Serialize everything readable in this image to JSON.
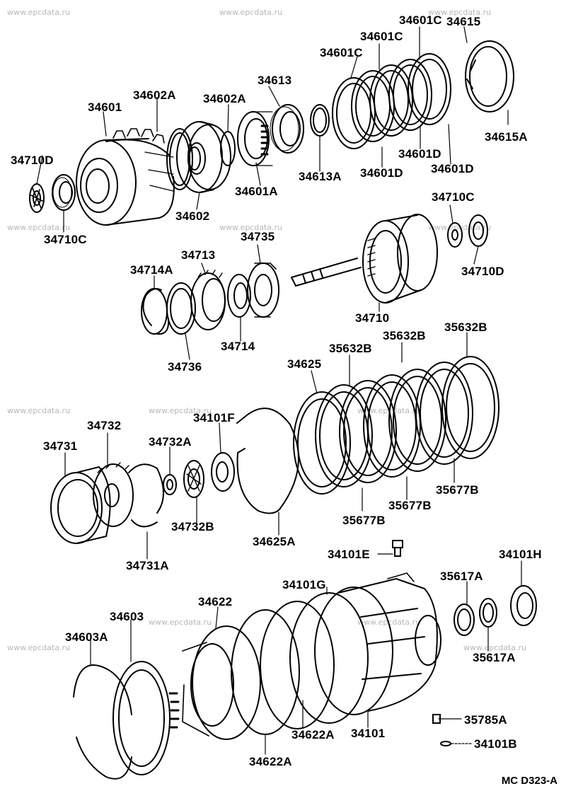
{
  "diagram_code": "MC D323-A",
  "watermark": "www.epcdata.ru",
  "colors": {
    "ink": "#000000",
    "watermark": "#b8b8b8",
    "background": "#ffffff"
  },
  "parts": {
    "p34601C_a": "34601C",
    "p34615": "34615",
    "p34601C_b": "34601C",
    "p34601C_c": "34601C",
    "p34613": "34613",
    "p34601": "34601",
    "p34602A_a": "34602A",
    "p34602A_b": "34602A",
    "p34615A": "34615A",
    "p34601D_a": "34601D",
    "p34710D_a": "34710D",
    "p34613A": "34613A",
    "p34601D_b": "34601D",
    "p34601D_c": "34601D",
    "p34601A": "34601A",
    "p34602": "34602",
    "p34710C_a": "34710C",
    "p34710C_b": "34710C",
    "p34735": "34735",
    "p34713": "34713",
    "p34714A": "34714A",
    "p34710D_b": "34710D",
    "p34710": "34710",
    "p34714": "34714",
    "p35632B_a": "35632B",
    "p35632B_b": "35632B",
    "p35632B_c": "35632B",
    "p34736": "34736",
    "p34625": "34625",
    "p34732": "34732",
    "p34101F": "34101F",
    "p34731": "34731",
    "p34732A": "34732A",
    "p35677B_a": "35677B",
    "p35677B_b": "35677B",
    "p35677B_c": "35677B",
    "p34732B": "34732B",
    "p34625A": "34625A",
    "p34101E": "34101E",
    "p34101H": "34101H",
    "p34731A": "34731A",
    "p34101G": "34101G",
    "p35617A_a": "35617A",
    "p34622": "34622",
    "p34603": "34603",
    "p34603A": "34603A",
    "p35617A_b": "35617A",
    "p35785A": "35785A",
    "p34622A_a": "34622A",
    "p34101": "34101",
    "p34101B": "34101B",
    "p34622A_b": "34622A"
  }
}
